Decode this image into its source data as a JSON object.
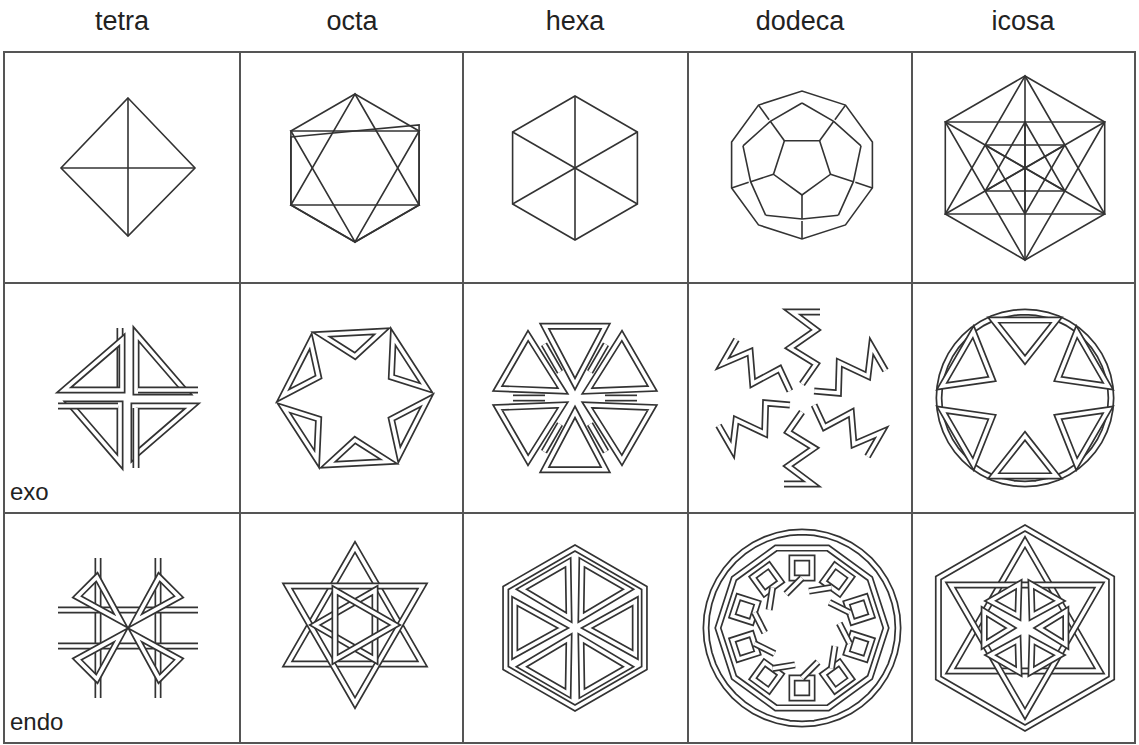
{
  "diagram": {
    "labels": [
      "tetra",
      "octa",
      "hexa",
      "dodeca",
      "icosa",
      "exo",
      "endo"
    ]
  }
}
